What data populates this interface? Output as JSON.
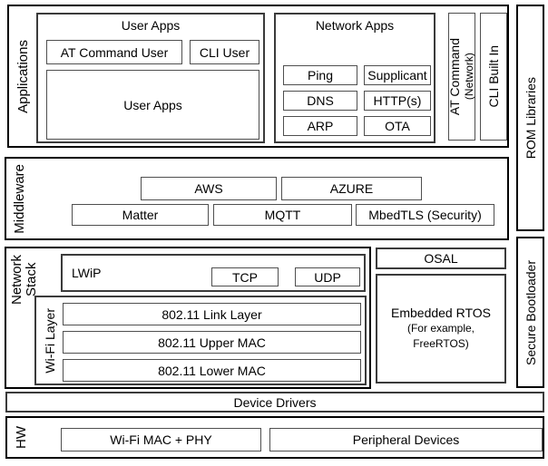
{
  "sections": {
    "applications": "Applications",
    "middleware_label": "Middleware",
    "network_stack_line1": "Network",
    "network_stack_line2": "Stack",
    "hw": "HW"
  },
  "user_apps": {
    "title": "User Apps",
    "at_command_user": "AT Command User",
    "cli_user": "CLI User",
    "user_apps_inner": "User Apps"
  },
  "network_apps": {
    "title": "Network Apps",
    "items": [
      "Ping",
      "Supplicant",
      "DNS",
      "HTTP(s)",
      "ARP",
      "OTA"
    ]
  },
  "side_columns": {
    "at_command_network_line1": "AT Command",
    "at_command_network_line2": "(Network)",
    "cli_built_in": "CLI Built In",
    "rom_libraries": "ROM Libraries",
    "secure_bootloader": "Secure Bootloader"
  },
  "middleware": {
    "aws": "AWS",
    "azure": "AZURE",
    "matter": "Matter",
    "mqtt": "MQTT",
    "mbedtls": "MbedTLS (Security)"
  },
  "network_stack": {
    "lwip": "LWiP",
    "tcp": "TCP",
    "udp": "UDP",
    "wifi_layer_label": "Wi-Fi Layer",
    "wifi_boxes": [
      "802.11 Link Layer",
      "802.11 Upper MAC",
      "802.11 Lower MAC"
    ],
    "osal": "OSAL",
    "rtos_line1": "Embedded RTOS",
    "rtos_line2": "(For example,",
    "rtos_line3": "FreeRTOS)"
  },
  "bottom": {
    "device_drivers": "Device Drivers",
    "wifi_mac_phy": "Wi-Fi MAC + PHY",
    "peripheral_devices": "Peripheral Devices"
  },
  "colors": {
    "background": "#ffffff",
    "section_border": "#000000",
    "box_border": "#4f4f4f",
    "text": "#000000"
  }
}
